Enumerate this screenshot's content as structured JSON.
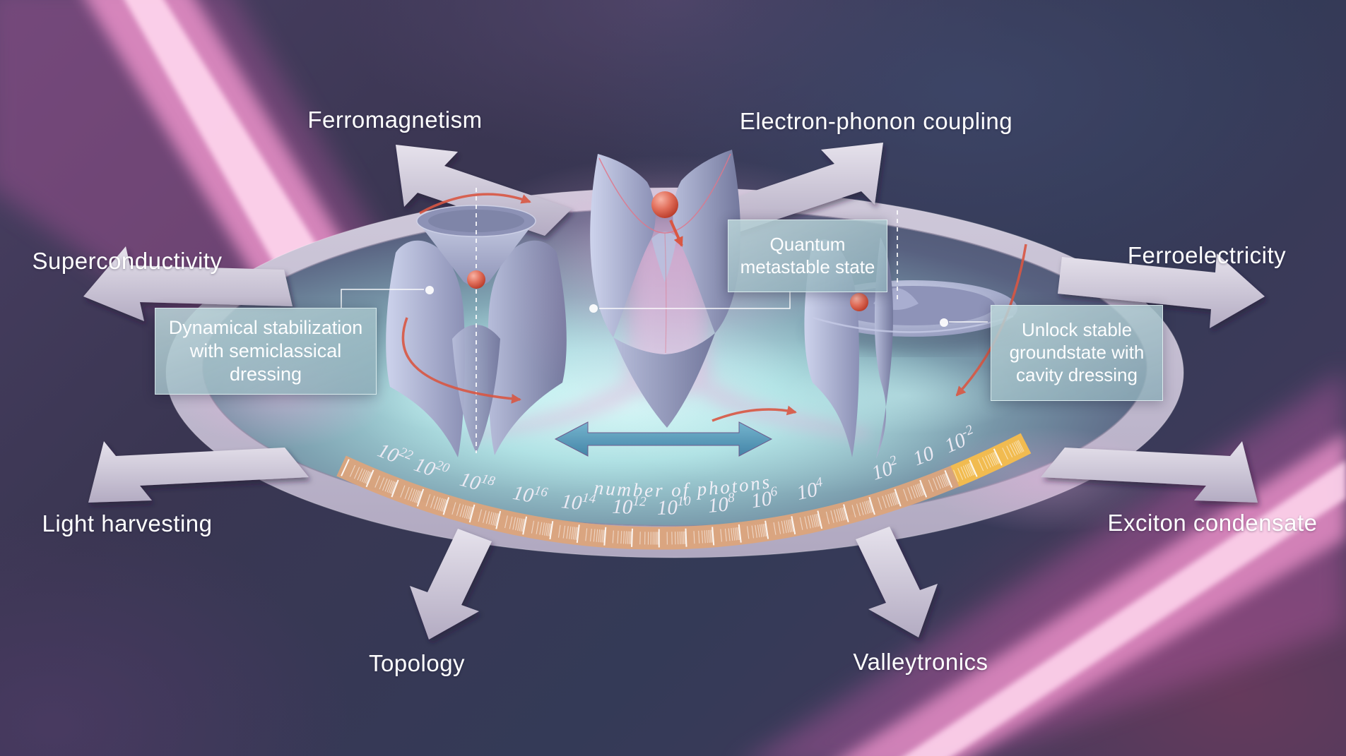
{
  "peripheral_labels": {
    "ferromagnetism": "Ferromagnetism",
    "electron_phonon": "Electron-phonon coupling",
    "superconductivity": "Superconductivity",
    "ferroelectricity": "Ferroelectricity",
    "light_harvesting": "Light harvesting",
    "exciton_condensate": "Exciton condensate",
    "topology": "Topology",
    "valleytronics": "Valleytronics"
  },
  "callouts": {
    "left": "Dynamical stabilization with semiclassical dressing",
    "center": "Quantum metastable state",
    "right": "Unlock stable groundstate with cavity dressing"
  },
  "scale": {
    "title": "number of photons",
    "labels": [
      {
        "base": "10",
        "exp": "22"
      },
      {
        "base": "10",
        "exp": "20"
      },
      {
        "base": "10",
        "exp": "18"
      },
      {
        "base": "10",
        "exp": "16"
      },
      {
        "base": "10",
        "exp": "14"
      },
      {
        "base": "10",
        "exp": "12"
      },
      {
        "base": "10",
        "exp": "10"
      },
      {
        "base": "10",
        "exp": "8"
      },
      {
        "base": "10",
        "exp": "6"
      },
      {
        "base": "10",
        "exp": "4"
      },
      {
        "base": "10",
        "exp": "2"
      },
      {
        "base": "10",
        "exp": ""
      },
      {
        "base": "10",
        "exp": "-2"
      }
    ]
  },
  "colors": {
    "accent_red": "#d95743",
    "band_orange": "#dca47c",
    "band_yellow_end": "#f2bd4e",
    "glow_teal": "#cdf5f5",
    "callout_teal": "#a8c8cc",
    "arrow_gray": "#d9d4e1",
    "beam_pink": "#f79ad2",
    "blue_arrow": "#4a90b4",
    "background_purple": "#3a3652"
  }
}
